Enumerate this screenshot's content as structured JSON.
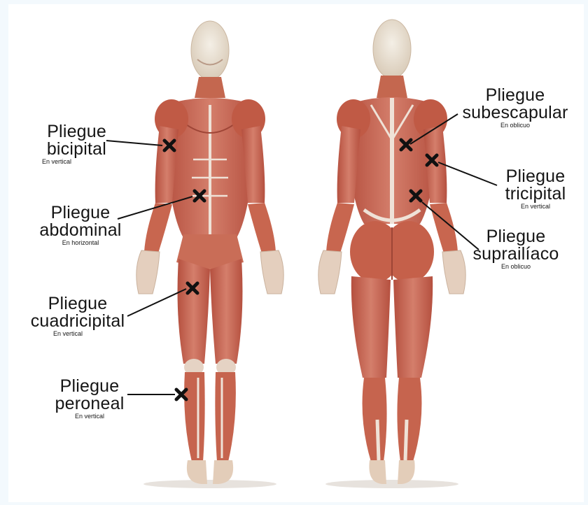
{
  "labels": {
    "bicipital": {
      "line1": "Pliegue",
      "line2": "bicipital",
      "note": "En vertical"
    },
    "abdominal": {
      "line1": "Pliegue",
      "line2": "abdominal",
      "note": "En horizontal"
    },
    "cuadricipital": {
      "line1": "Pliegue",
      "line2": "cuadricipital",
      "note": "En vertical"
    },
    "peroneal": {
      "line1": "Pliegue",
      "line2": "peroneal",
      "note": "En vertical"
    },
    "subescapular": {
      "line1": "Pliegue",
      "line2": "subescapular",
      "note": "En oblicuo"
    },
    "tricipital": {
      "line1": "Pliegue",
      "line2": "tricipital",
      "note": "En vertical"
    },
    "suprailiaco": {
      "line1": "Pliegue",
      "line2": "suprailíaco",
      "note": "En oblicuo"
    }
  },
  "colors": {
    "muscle": "#c0634f",
    "muscle_light": "#d8877a",
    "tendon": "#eedfd3",
    "skin": "#e6b89d",
    "marker": "#111111"
  },
  "figures": [
    "front-view-body",
    "back-view-body"
  ]
}
